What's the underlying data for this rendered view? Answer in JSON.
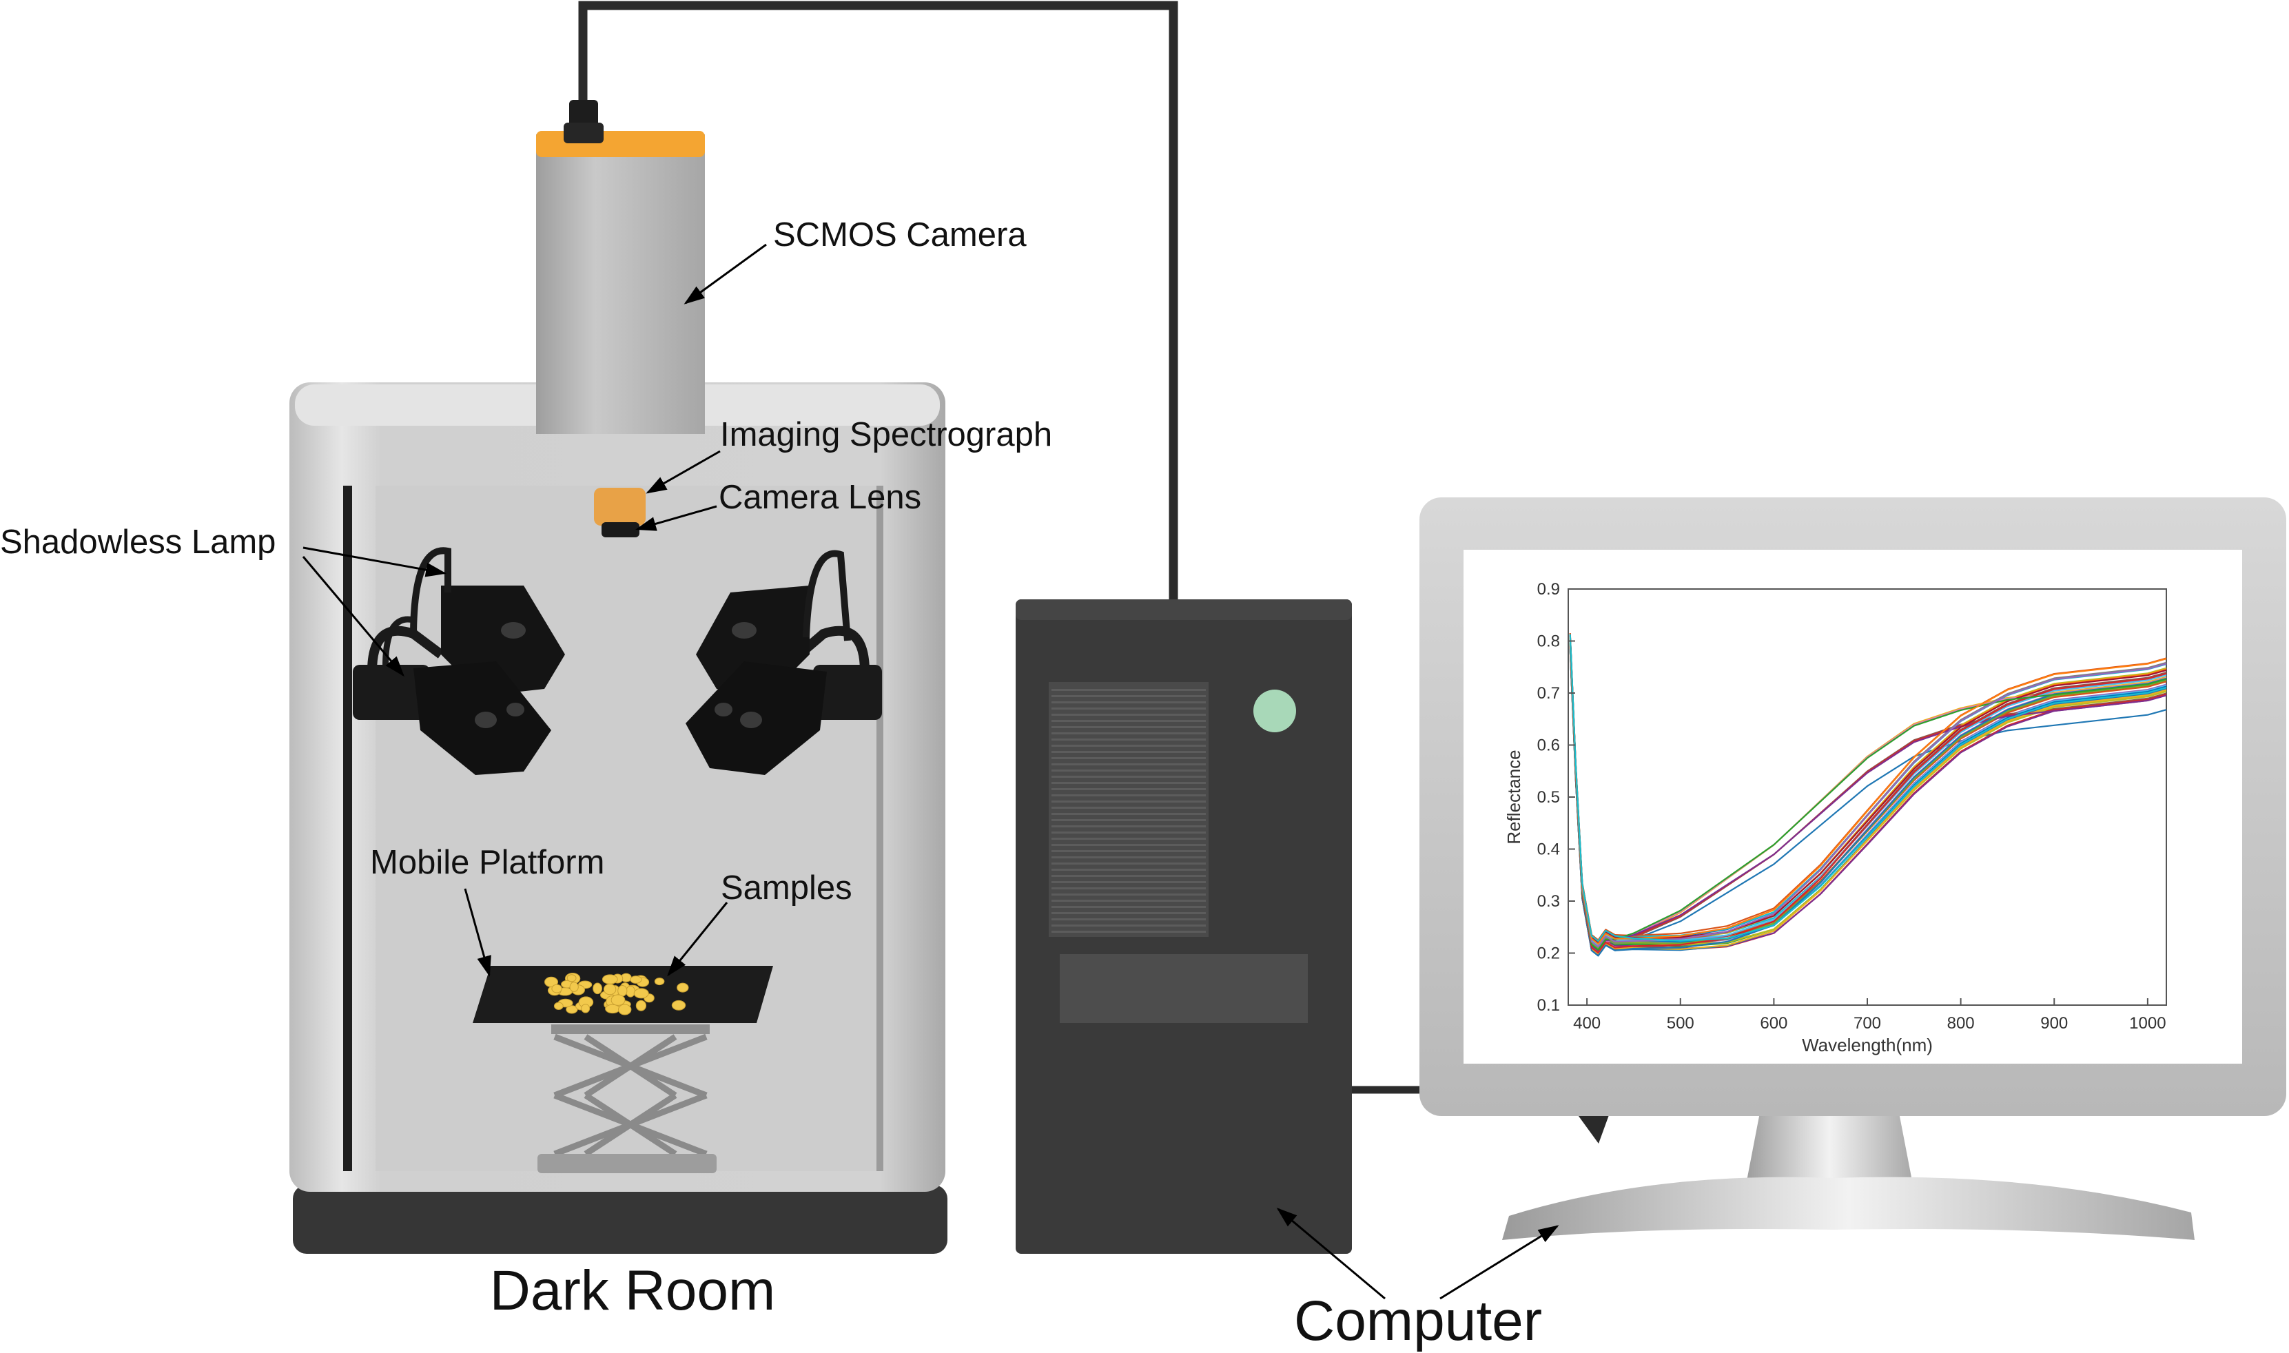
{
  "labels": {
    "camera": "SCMOS Camera",
    "spectrograph": "Imaging Spectrograph",
    "lens": "Camera Lens",
    "lamp": "Shadowless Lamp",
    "platform": "Mobile Platform",
    "samples": "Samples",
    "dark_room": "Dark Room",
    "computer": "Computer"
  },
  "colors": {
    "camera_body": "#b8b8b8",
    "camera_cap": "#f4a532",
    "lens_orange": "#e8a247",
    "room_wall": "#cfcfcf",
    "room_base": "#3a3a3a",
    "computer_case": "#3c3c3c",
    "power_led": "#a8d8b8",
    "monitor_frame": "#c8c8c8",
    "sample": "#f2c94c"
  },
  "chart_data": {
    "type": "line",
    "title": "",
    "xlabel": "Wavelength(nm)",
    "ylabel": "Reflectance",
    "xlim": [
      380,
      1020
    ],
    "ylim": [
      0.1,
      0.9
    ],
    "xticks": [
      400,
      500,
      600,
      700,
      800,
      900,
      1000
    ],
    "yticks": [
      0.1,
      0.2,
      0.3,
      0.4,
      0.5,
      0.6,
      0.7,
      0.8,
      0.9
    ],
    "x": [
      382,
      388,
      395,
      405,
      412,
      420,
      430,
      450,
      500,
      550,
      600,
      650,
      700,
      750,
      800,
      850,
      900,
      950,
      1000,
      1020
    ],
    "group_a_mean": [
      0.8,
      0.55,
      0.32,
      0.22,
      0.21,
      0.23,
      0.22,
      0.22,
      0.22,
      0.23,
      0.26,
      0.34,
      0.44,
      0.54,
      0.62,
      0.67,
      0.7,
      0.71,
      0.72,
      0.73
    ],
    "group_b_mean": [
      0.8,
      0.55,
      0.32,
      0.22,
      0.21,
      0.23,
      0.23,
      0.24,
      0.28,
      0.34,
      0.4,
      0.48,
      0.56,
      0.62,
      0.65,
      0.67,
      0.68,
      0.69,
      0.7,
      0.71
    ],
    "series_count": 40,
    "grid": false,
    "legend": "none"
  }
}
